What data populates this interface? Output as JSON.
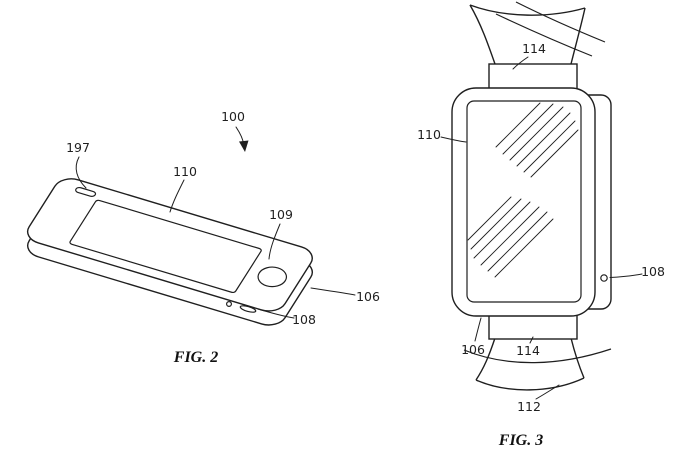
{
  "colors": {
    "ink": "#1f1f1f",
    "paper": "#ffffff"
  },
  "fig2": {
    "caption": "FIG. 2",
    "labels": {
      "n197": "197",
      "n110": "110",
      "n100": "100",
      "n109": "109",
      "n106": "106",
      "n108": "108"
    }
  },
  "fig3": {
    "caption": "FIG. 3",
    "labels": {
      "n114_top": "114",
      "n110": "110",
      "n108": "108",
      "n106": "106",
      "n114_bottom": "114",
      "n112": "112"
    }
  }
}
